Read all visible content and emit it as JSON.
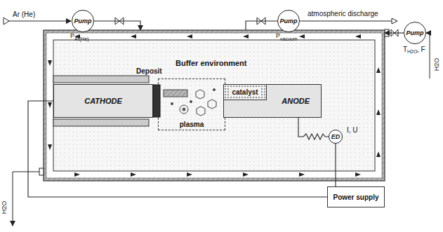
{
  "diagram": {
    "nodes": [
      {
        "text": [
          "Pump"
        ]
      },
      {
        "text": [
          "Pump"
        ]
      },
      {
        "text": [
          "Buffer environment"
        ]
      },
      {
        "text": [
          "CATHODE"
        ],
        "in": 2
      },
      {
        "text": [
          "Deposit"
        ],
        "in": 2
      },
      {
        "text": [
          "plasma"
        ],
        "in": 2
      },
      {
        "text": [
          "ANODE"
        ],
        "in": 2
      },
      {
        "text": [
          "catalyst"
        ],
        "in": 6
      },
      {
        "text": [
          "Pump"
        ]
      },
      {
        "text": [
          "ED"
        ]
      },
      {
        "text": [
          "Power supply"
        ]
      }
    ],
    "edges": [
      {
        "from": 0,
        "to": 2,
        "arrow": "to"
      },
      {
        "from": 2,
        "to": 1,
        "arrow": "none"
      },
      {
        "from": 8,
        "to": 2,
        "arrow": "to"
      },
      {
        "from": 6,
        "to": 9,
        "arrow": "none"
      },
      {
        "from": 9,
        "to": 10,
        "arrow": "none"
      },
      {
        "from": 10,
        "to": 3,
        "arrow": "none"
      }
    ],
    "labels": [
      "Ar (He)",
      "P",
      "Ar(He)",
      "P",
      "vacuum",
      "atmospheric discharge",
      "T",
      "H2O",
      ", F",
      "H2O",
      "H2O",
      "I, U"
    ]
  }
}
